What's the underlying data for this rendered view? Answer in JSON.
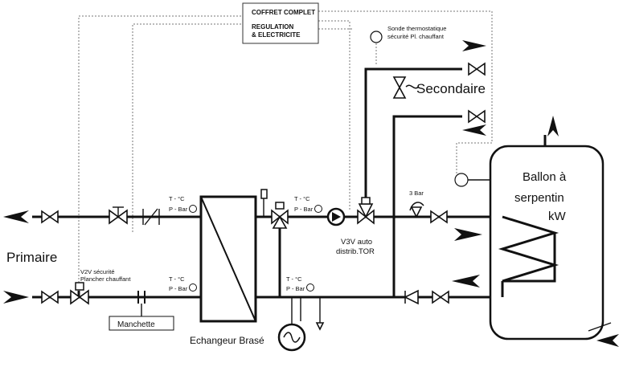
{
  "labels": {
    "coffret_l1": "COFFRET COMPLET",
    "coffret_l2": "REGULATION",
    "coffret_l3": "& ELECTRICITE",
    "sonde_l1": "Sonde thermostatique",
    "sonde_l2": "sécurité Pl. chauffant",
    "secondaire": "Secondaire",
    "primaire": "Primaire",
    "ballon_l1": "Ballon à",
    "ballon_l2": "serpentin",
    "ballon_l3": "kW",
    "v2v_l1": "V2V sécurité",
    "v2v_l2": "Plancher chauffant",
    "manchette": "Manchette",
    "echangeur": "Echangeur Brasé",
    "v3v_l1": "V3V auto",
    "v3v_l2": "distrib.TOR",
    "bar3": "3 Bar",
    "t_c": "T - °C",
    "p_bar": "P - Bar"
  }
}
